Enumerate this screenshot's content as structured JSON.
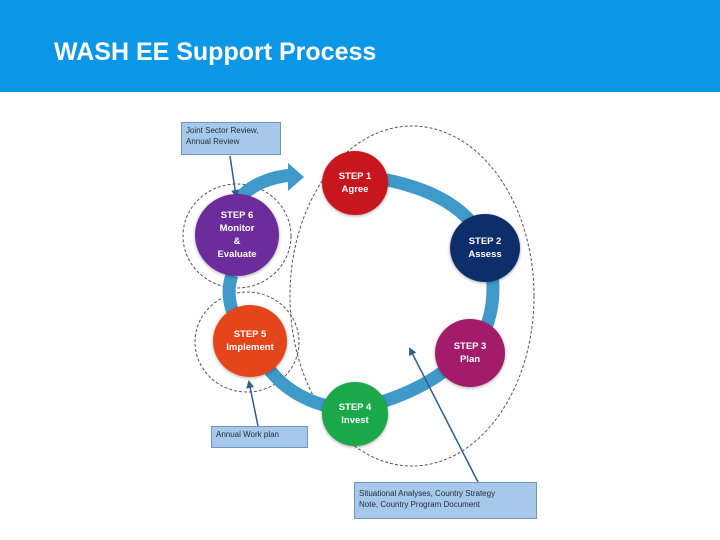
{
  "header": {
    "title": "WASH EE Support Process",
    "background": "#0a97e8"
  },
  "steps": [
    {
      "step": "STEP 1",
      "label": "Agree",
      "color": "#c8161e"
    },
    {
      "step": "STEP 2",
      "label": "Assess",
      "color": "#0e2e6b"
    },
    {
      "step": "STEP 3",
      "label": "Plan",
      "color": "#a21c6b"
    },
    {
      "step": "STEP 4",
      "label": "Invest",
      "color": "#1aa84a"
    },
    {
      "step": "STEP 5",
      "label": "Implement",
      "color": "#e4451a"
    },
    {
      "step": "STEP 6",
      "lines": [
        "Monitor",
        "&",
        "Evaluate"
      ],
      "color": "#6c2c9c"
    }
  ],
  "callouts": {
    "review": [
      "Joint Sector Review,",
      "Annual Review"
    ],
    "workplan": "Annual Work plan",
    "analyses": [
      "Situational Analyses, Country Strategy",
      "Note, Country Program Document"
    ]
  },
  "colors": {
    "cycle_arrow": "#3f9ac9",
    "pointer": "#2f5f8a",
    "dashed": "#555555"
  }
}
